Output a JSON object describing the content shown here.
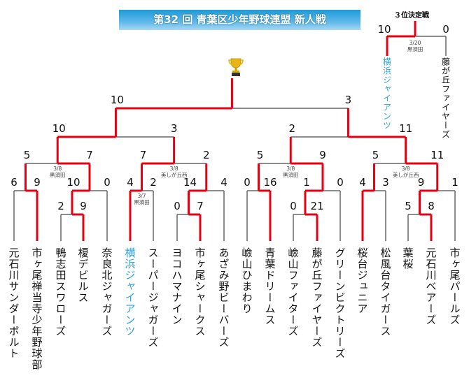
{
  "title": "第32 回 青葉区少年野球連盟 新人戦",
  "colors": {
    "winner_line": "#e60012",
    "line": "#666666",
    "highlight_team": "#2aa3e0",
    "banner": "#1d9ad8"
  },
  "third_place": {
    "label": "３位決定戦",
    "left": {
      "team": "横浜ジャイアンツ",
      "score": "10",
      "highlight": true
    },
    "right": {
      "team": "藤が丘ファイヤーズ",
      "score": "0",
      "highlight": false
    },
    "winner": "left",
    "date": "3/20",
    "venue": "黒須田"
  },
  "teams": [
    {
      "name": "元石川サンダーボルト",
      "highlight": false
    },
    {
      "name": "市ヶ尾禅当寺少年野球部",
      "highlight": false
    },
    {
      "name": "鴨志田スワローズ",
      "highlight": false
    },
    {
      "name": "榎デビルス",
      "highlight": false
    },
    {
      "name": "奈良北ジャガーズ",
      "highlight": false
    },
    {
      "name": "横浜ジャイアンツ",
      "highlight": true
    },
    {
      "name": "スーパージャガーズ",
      "highlight": false
    },
    {
      "name": "ヨコハマナイン",
      "highlight": false
    },
    {
      "name": "市ヶ尾シャークス",
      "highlight": false
    },
    {
      "name": "あざみ野ビーバーズ",
      "highlight": false
    },
    {
      "name": "嶮山ひまわり",
      "highlight": false
    },
    {
      "name": "青葉ドリームス",
      "highlight": false
    },
    {
      "name": "嶮山ファイターズ",
      "highlight": false
    },
    {
      "name": "藤が丘ファイヤーズ",
      "highlight": false
    },
    {
      "name": "グリーンビクトリーズ",
      "highlight": false
    },
    {
      "name": "桜台ジュニア",
      "highlight": false
    },
    {
      "name": "松風台タイガース",
      "highlight": false
    },
    {
      "name": "葉桜",
      "highlight": false
    },
    {
      "name": "元石川ベアーズ",
      "highlight": false
    },
    {
      "name": "市ヶ尾パールズ",
      "highlight": false
    }
  ],
  "matches": {
    "m1": {
      "left_score": "6",
      "right_score": "9",
      "winner": "right"
    },
    "m2": {
      "left_score": "2",
      "right_score": "9",
      "winner": "right"
    },
    "m3": {
      "left_score": "10",
      "right_score": "0",
      "winner": "left"
    },
    "m4": {
      "left_score": "5",
      "right_score": "7",
      "winner": "right",
      "date": "3/8",
      "venue": "黒須田"
    },
    "m5": {
      "left_score": "4",
      "right_score": "2",
      "winner": "left",
      "date": "3/7",
      "venue": "黒須田"
    },
    "m6": {
      "left_score": "0",
      "right_score": "7",
      "winner": "right"
    },
    "m7": {
      "left_score": "14",
      "right_score": "4",
      "winner": "left"
    },
    "m8": {
      "left_score": "7",
      "right_score": "2",
      "winner": "left",
      "date": "3/8",
      "venue": "美しが丘西"
    },
    "m9": {
      "left_score": "10",
      "right_score": "3",
      "winner": "left"
    },
    "m10": {
      "left_score": "0",
      "right_score": "16",
      "winner": "right"
    },
    "m11": {
      "left_score": "0",
      "right_score": "21",
      "winner": "right"
    },
    "m12": {
      "left_score": "1",
      "right_score": "0",
      "winner": "left"
    },
    "m13": {
      "left_score": "5",
      "right_score": "9",
      "winner": "right",
      "date": "3/8",
      "venue": "黒須田"
    },
    "m14": {
      "left_score": "4",
      "right_score": "3",
      "winner": "left"
    },
    "m15": {
      "left_score": "5",
      "right_score": "8",
      "winner": "right"
    },
    "m16": {
      "left_score": "9",
      "right_score": "1",
      "winner": "left"
    },
    "m17": {
      "left_score": "5",
      "right_score": "11",
      "winner": "right",
      "date": "3/8",
      "venue": "美しが丘西"
    },
    "m18": {
      "left_score": "2",
      "right_score": "11",
      "winner": "right"
    },
    "final": {
      "left_score": "10",
      "right_score": "3",
      "winner": "left"
    }
  }
}
